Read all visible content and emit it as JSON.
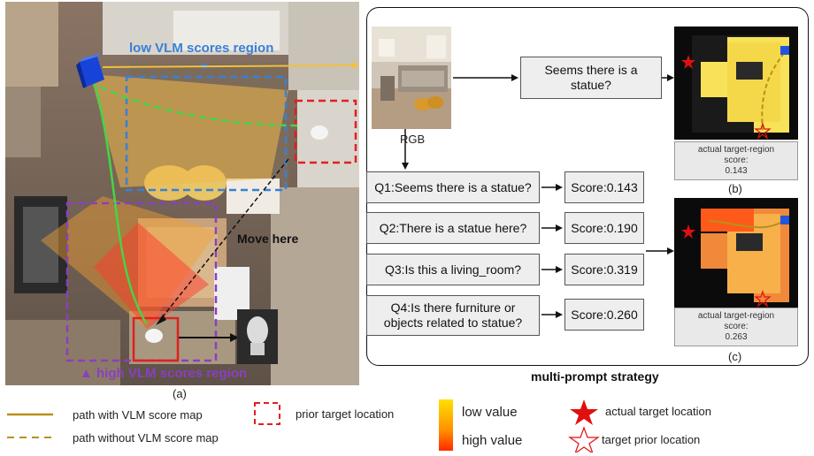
{
  "panel_a": {
    "caption": "(a)",
    "low_region_label": "low VLM scores region",
    "high_region_label": "high VLM scores region",
    "move_here": "Move here",
    "colors": {
      "low_region": "#3a7fd6",
      "high_region": "#8a3fc0",
      "prior_box": "#e02020",
      "path_green": "#45d545"
    }
  },
  "panel_right": {
    "rgb_label": "RGB",
    "single_prompt": "Seems there is a statue?",
    "prompts": [
      {
        "question": "Q1:Seems there is a statue?",
        "score": "Score:0.143"
      },
      {
        "question": "Q2:There is a statue here?",
        "score": "Score:0.190"
      },
      {
        "question": "Q3:Is this a living_room?",
        "score": "Score:0.319"
      },
      {
        "question": "Q4:Is there furniture or objects related to statue?",
        "score": "Score:0.260"
      }
    ],
    "map_b": {
      "caption_line1": "actual target-region",
      "caption_line2": "score:",
      "value": "0.143",
      "label": "(b)"
    },
    "map_c": {
      "caption_line1": "actual target-region",
      "caption_line2": "score:",
      "value": "0.263",
      "label": "(c)"
    },
    "strategy_label": "multi-prompt strategy"
  },
  "legend": {
    "path_with": "path with VLM score map",
    "path_without": "path without VLM score map",
    "prior_target": "prior target location",
    "low_value": "low value",
    "high_value": "high value",
    "actual_target": "actual target location",
    "target_prior": "target prior location",
    "colors": {
      "path": "#b8901a",
      "star": "#e01010",
      "low": "#ffe000",
      "high": "#ff2a00"
    }
  }
}
